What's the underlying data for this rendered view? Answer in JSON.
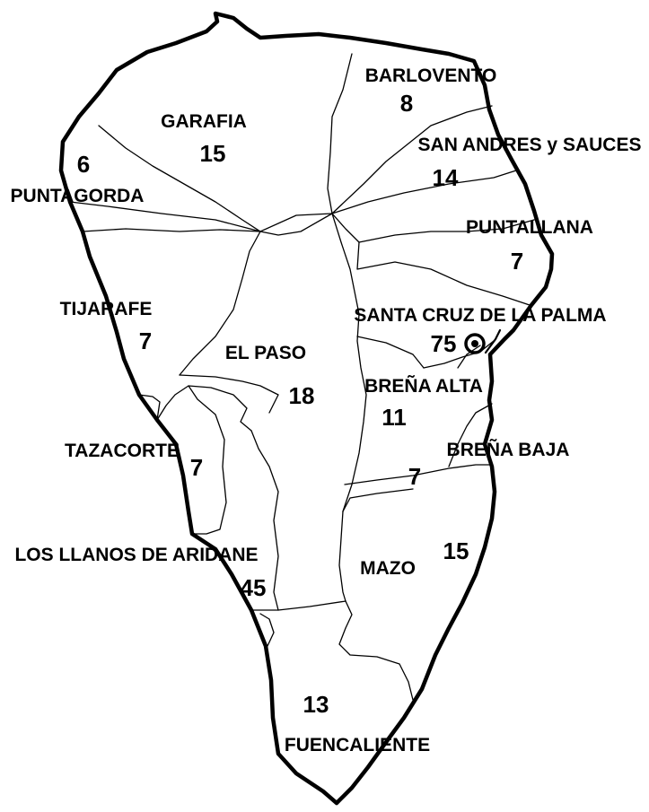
{
  "municipalities": [
    {
      "id": "barlovento",
      "name": "BARLOVENTO",
      "value": "8"
    },
    {
      "id": "garafia",
      "name": "GARAFIA",
      "value": "15"
    },
    {
      "id": "san-andres",
      "name": "SAN ANDRES y SAUCES",
      "value": "14"
    },
    {
      "id": "puntagorda",
      "name": "PUNTAGORDA",
      "value": "6"
    },
    {
      "id": "puntallana",
      "name": "PUNTALLANA",
      "value": "7"
    },
    {
      "id": "tijarafe",
      "name": "TIJARAFE",
      "value": "7"
    },
    {
      "id": "santa-cruz",
      "name": "SANTA CRUZ DE LA PALMA",
      "value": "75"
    },
    {
      "id": "el-paso",
      "name": "EL PASO",
      "value": "18"
    },
    {
      "id": "brena-alta",
      "name": "BREÑA ALTA",
      "value": "11"
    },
    {
      "id": "brena-baja",
      "name": "BREÑA BAJA",
      "value": "7"
    },
    {
      "id": "tazacorte",
      "name": "TAZACORTE",
      "value": "7"
    },
    {
      "id": "los-llanos",
      "name": "LOS LLANOS DE ARIDANE",
      "value": "45"
    },
    {
      "id": "mazo",
      "name": "MAZO",
      "value": "15"
    },
    {
      "id": "fuencaliente",
      "name": "FUENCALIENTE",
      "value": "13"
    }
  ],
  "capital_marker": "santa-cruz",
  "colors": {
    "ink": "#000000",
    "paper": "#ffffff"
  }
}
